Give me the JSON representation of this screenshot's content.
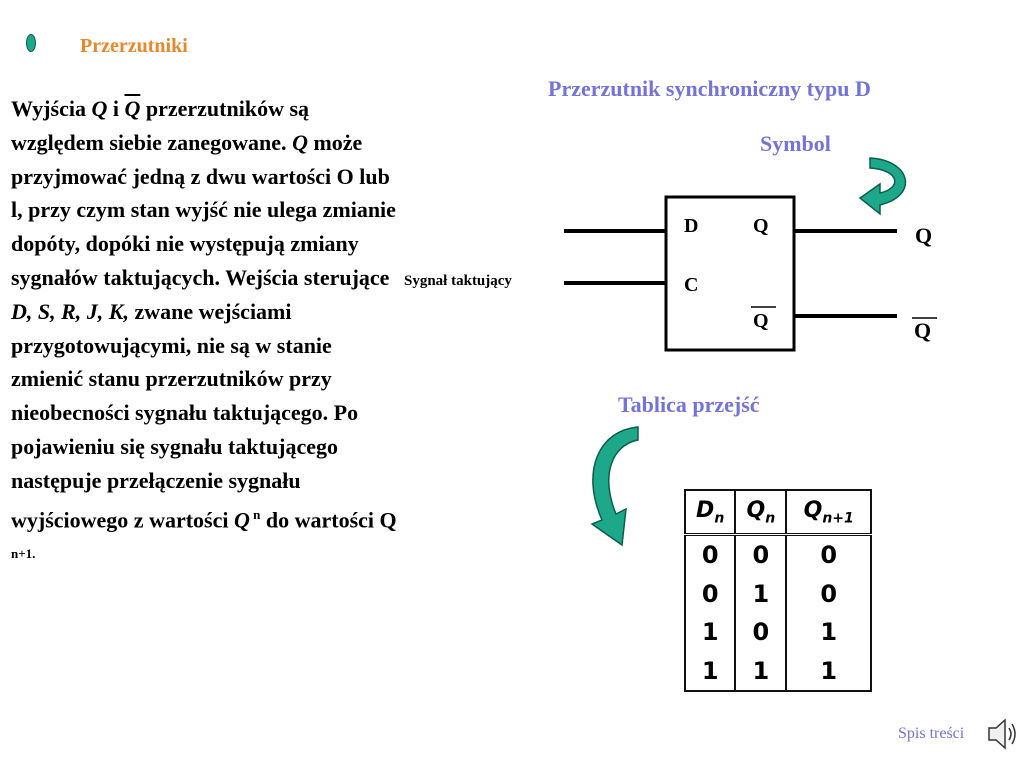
{
  "heading": "Przerzutniki",
  "body": {
    "p1": "Wyjścia ",
    "q1": "Q",
    "p2": " i ",
    "q_bar": "Q",
    "p3": " przerzutników są względem siebie zanegowane. ",
    "q2": "Q",
    "p4": " może przyjmować jedną z dwu wartości O lub l, przy czym stan wyjść nie ulega zmianie dopóty, dopóki nie występują zmiany sygnałów taktujących. Wejścia sterujące ",
    "inputs": "D, S, R, J, K,",
    "p5": " zwane wejściami przygotowującymi, nie są w stanie zmienić stanu przerzutników przy nieobecności sygnału taktującego. Po pojawieniu się sygnału taktującego następuje przełączenie sygnału wyjściowego z wartości ",
    "qn": "Q",
    "n_sup": " n",
    "p6": " do wartości Q ",
    "n1_sup": "n+1."
  },
  "right_title": "Przerzutnik synchroniczny typu D",
  "symbol_label": "Symbol",
  "clock_label": "Sygnał taktujący",
  "pins": {
    "d": "D",
    "c": "C",
    "q": "Q",
    "q_bar": "Q"
  },
  "outputs": {
    "q": "Q",
    "q_bar": "Q"
  },
  "tablica_label": "Tablica  przejść",
  "truth_table": {
    "headers": [
      {
        "base": "D",
        "sub": "n"
      },
      {
        "base": "Q",
        "sub": "n"
      },
      {
        "base": "Q",
        "sub": "n+1"
      }
    ],
    "rows": [
      [
        "0",
        "0",
        "0"
      ],
      [
        "0",
        "1",
        "0"
      ],
      [
        "1",
        "0",
        "1"
      ],
      [
        "1",
        "1",
        "1"
      ]
    ]
  },
  "footer_link": "Spis treści",
  "colors": {
    "accent_blue": "#7373d9",
    "heading_orange": "#e7882b",
    "arrow_green": "#1ea88a"
  }
}
